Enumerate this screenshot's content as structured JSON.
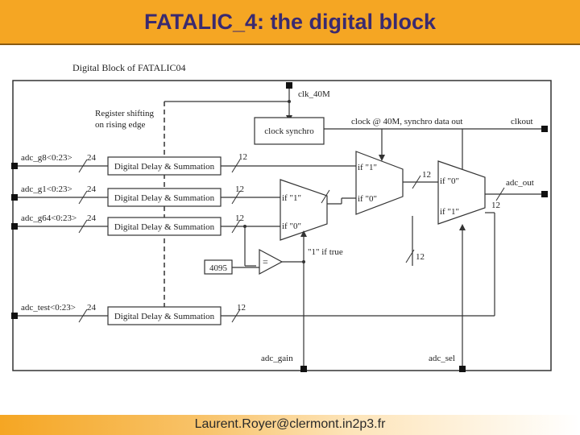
{
  "header": {
    "title": "FATALIC_4: the digital block"
  },
  "diagram": {
    "title": "Digital Block of FATALIC04",
    "clock_in": "clk_40M",
    "register_note_line1": "Register shifting",
    "register_note_line2": "on rising edge",
    "clock_synchro": "clock synchro",
    "clock_note": "clock @ 40M, synchro data out",
    "clkout": "clkout",
    "inputs": [
      {
        "label": "adc_g8<0:23>",
        "width": "24",
        "block": "Digital Delay & Summation",
        "out": "12"
      },
      {
        "label": "adc_g1<0:23>",
        "width": "24",
        "block": "Digital Delay & Summation",
        "out": "12"
      },
      {
        "label": "adc_g64<0:23>",
        "width": "24",
        "block": "Digital Delay & Summation",
        "out": "12"
      },
      {
        "label": "adc_test<0:23>",
        "width": "24",
        "block": "Digital Delay & Summation",
        "out": "12"
      }
    ],
    "mux1": {
      "in_top": "if \"1\"",
      "in_bottom": "if \"0\""
    },
    "mux2": {
      "in_top": "if \"1\"",
      "in_bottom": "if \"0\""
    },
    "mux3": {
      "in_top": "if \"0\"",
      "in_bottom": "if \"1\""
    },
    "compare_const": "4095",
    "compare_symbol": "=",
    "if_true": "\"1\" if true",
    "bus_width_12": "12",
    "adc_out": "adc_out",
    "adc_gain": "adc_gain",
    "adc_sel": "adc_sel"
  },
  "footer": {
    "text": "Laurent.Royer@clermont.in2p3.fr"
  }
}
